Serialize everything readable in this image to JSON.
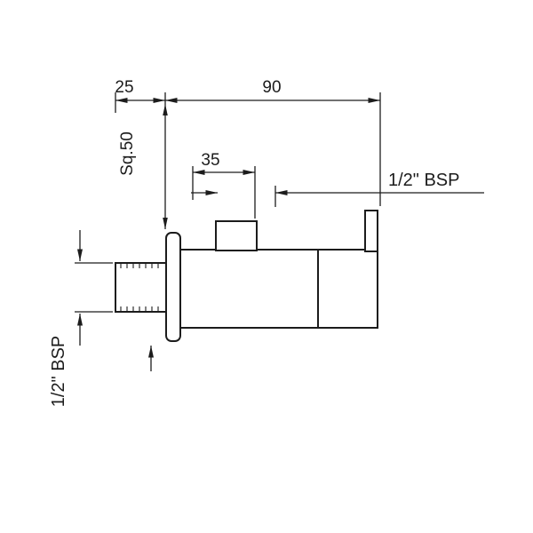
{
  "colors": {
    "line": "#1c1c1c",
    "background": "#ffffff"
  },
  "labels": {
    "dim_width_left": "25",
    "dim_width_right": "90",
    "dim_square": "Sq.50",
    "dim_port": "35",
    "bsp_right": "1/2\" BSP",
    "bsp_left": "1/2\" BSP"
  }
}
